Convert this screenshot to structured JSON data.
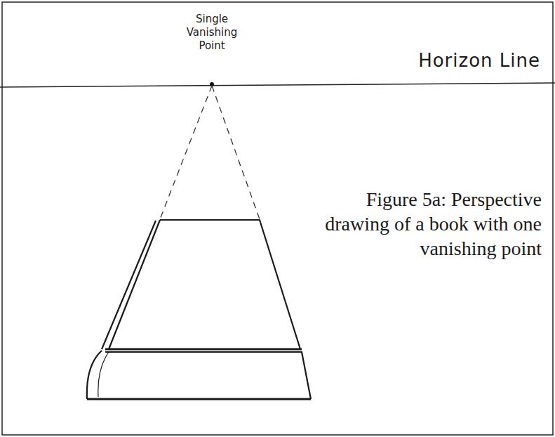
{
  "diagram": {
    "caption": "Figure 5a: Perspective drawing of a book with one vanishing point",
    "labels": [
      "Single Vanishing Point",
      "Horizon Line"
    ]
  }
}
